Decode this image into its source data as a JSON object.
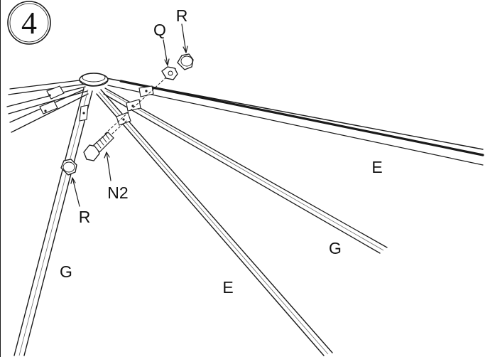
{
  "step": {
    "number": "4"
  },
  "labels": {
    "q_top": "Q",
    "r_top": "R",
    "r_left": "R",
    "n2": "N2",
    "e_right": "E",
    "e_bottom": "E",
    "g_right": "G",
    "g_left": "G"
  },
  "colors": {
    "line": "#1a1a1a",
    "background": "#ffffff",
    "shade": "#6a6a6a"
  },
  "icons": [
    "hub-cap",
    "bolt",
    "hex-nut",
    "acorn-nut"
  ]
}
